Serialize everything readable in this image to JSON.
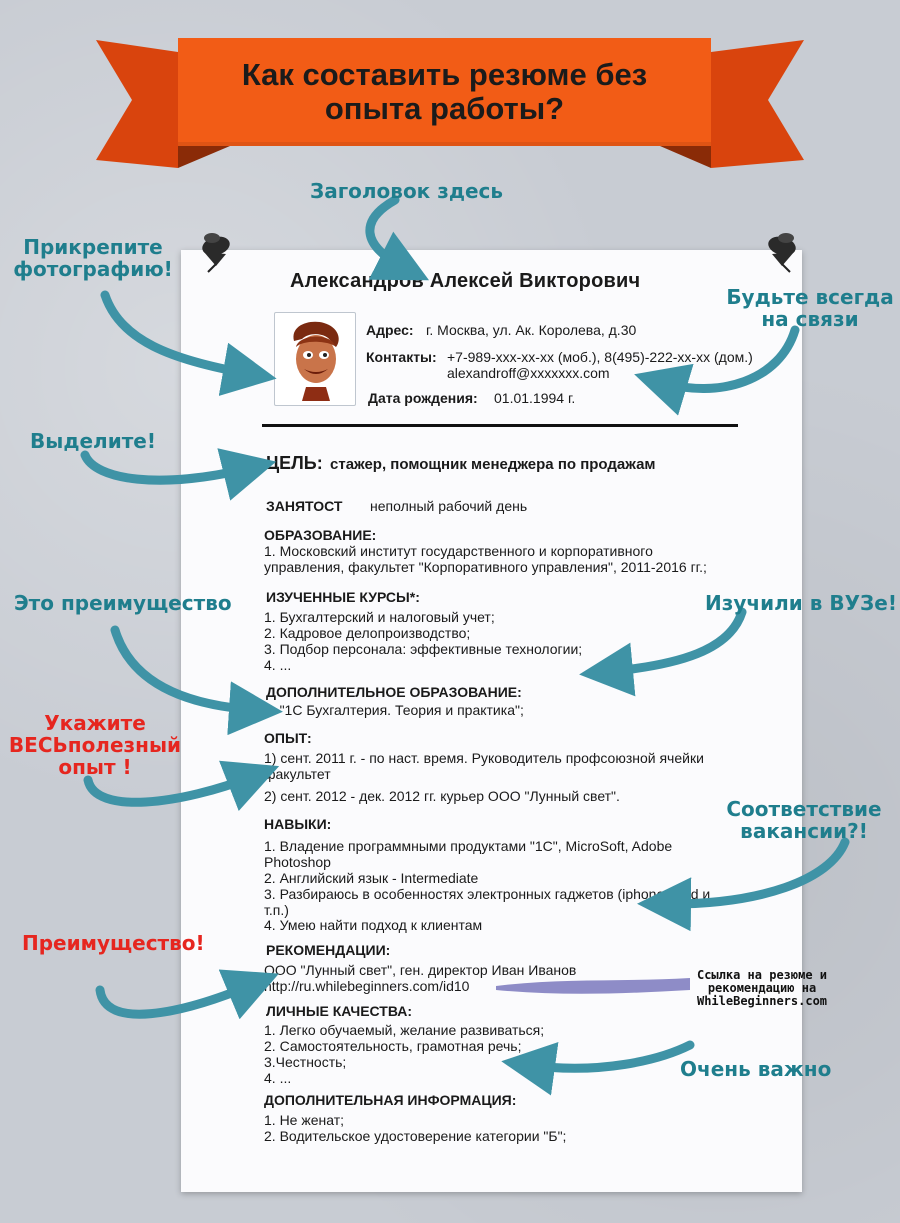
{
  "banner": {
    "title": "Как составить резюме без опыта работы?"
  },
  "annotations": {
    "header_here": "Заголовок здесь",
    "attach_photo": [
      "Прикрепите",
      "фотографию!"
    ],
    "stay_in_touch": [
      "Будьте всегда",
      "на связи"
    ],
    "highlight": "Выделите!",
    "advantage": "Это преимущество",
    "studied": "Изучили в ВУЗе!",
    "specify": [
      "Укажите",
      "ВЕСЬполезный",
      "опыт !"
    ],
    "match": [
      "Соответствие",
      "вакансии?!"
    ],
    "advantage2": "Преимущество!",
    "link_note": [
      "Ссылка на резюме и",
      "рекомендацию на",
      "WhileBeginners.com"
    ],
    "very_important": "Очень важно"
  },
  "resume": {
    "name": "Александров Алексей Викторович",
    "address_label": "Адрес:",
    "address": "г. Москва, ул. Ак. Королева, д.30",
    "contacts_label": "Контакты:",
    "phones": "+7-989-xxx-xx-xx (моб.), 8(495)-222-xx-xx (дом.)",
    "email": "alexandroff@xxxxxxx.com",
    "birth_label": "Дата рождения:",
    "birth": "01.01.1994 г.",
    "goal_label": "ЦЕЛЬ:",
    "goal": "стажер, помощник менеджера по продажам",
    "employment_label": "ЗАНЯТОСТ",
    "employment": "неполный рабочий день",
    "education_label": "ОБРАЗОВАНИЕ:",
    "education": [
      "1. Московский институт государственного и корпоративного",
      "управления, факультет \"Корпоративного управления\", 2011-2016 гг.;"
    ],
    "courses_label": "ИЗУЧЕННЫЕ КУРСЫ*:",
    "courses": [
      "1. Бухгалтерский и налоговый учет;",
      "2. Кадровое делопроизводство;",
      "3. Подбор персонала: эффективные технологии;",
      "4. ..."
    ],
    "add_edu_label": "ДОПОЛНИТЕЛЬНОЕ ОБРАЗОВАНИЕ:",
    "add_edu": "1. \"1С Бухгалтерия. Теория и практика\";",
    "experience_label": "ОПЫТ:",
    "experience": [
      "1) сент. 2011 г. - по наст. время. Руководитель профсоюзной ячейки",
      "факультет",
      "2) сент. 2012 - дек. 2012 гг. курьер ООО \"Лунный свет\"."
    ],
    "skills_label": "НАВЫКИ:",
    "skills": [
      "1. Владение программными продуктами \"1С\", MicroSoft, Adobe",
      "Photoshop",
      "2. Английский язык - Intermediate",
      "3. Разбираюсь в особенностях электронных гаджетов (iphone, ipad  и",
      "т.п.)",
      "4. Умею найти подход к клиентам"
    ],
    "recs_label": "РЕКОМЕНДАЦИИ:",
    "recs": [
      "ООО \"Лунный свет\", ген. директор Иван Иванов",
      "http://ru.whilebeginners.com/id10"
    ],
    "personal_label": "ЛИЧНЫЕ КАЧЕСТВА:",
    "personal": [
      "1. Легко обучаемый, желание развиваться;",
      "2. Самостоятельность, грамотная речь;",
      "3.Честность;",
      "4. ..."
    ],
    "extra_label": "ДОПОЛНИТЕЛЬНАЯ ИНФОРМАЦИЯ:",
    "extra": [
      "1. Не женат;",
      "2. Водительское удостоверение категории \"Б\";"
    ]
  },
  "colors": {
    "banner": "#f25c16",
    "banner_tail": "#d9440d",
    "annotation": "#1f7e8d",
    "annotation_red": "#e6261f",
    "arrow": "#3f93a6",
    "background": "#c8ccd3",
    "paper": "#fbfbfd"
  },
  "icons": {
    "pin_left": "push-pin-icon",
    "pin_right": "push-pin-icon",
    "photo": "cartoon-avatar-icon"
  }
}
